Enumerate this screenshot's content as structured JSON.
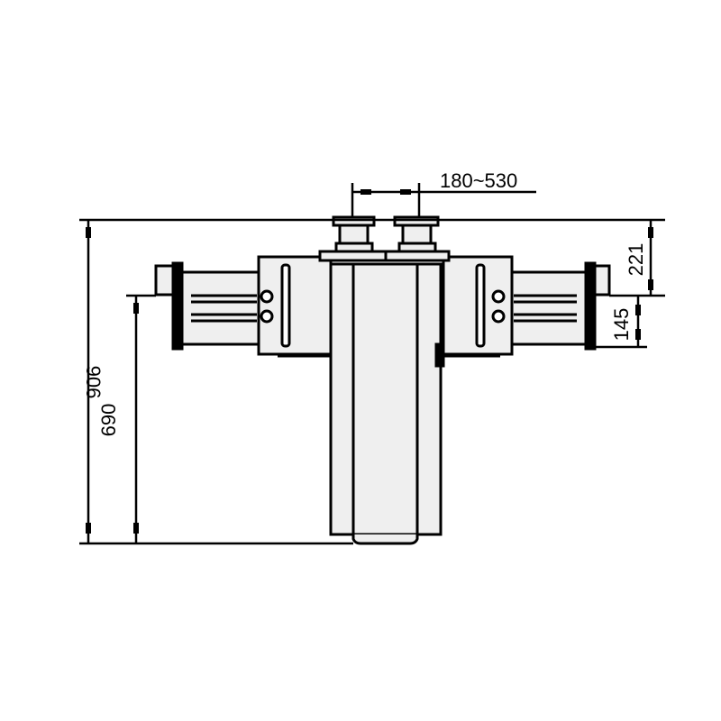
{
  "drawing": {
    "type": "technical-elevation",
    "fill_color": "#efefef",
    "line_color": "#000000",
    "background": "#ffffff"
  },
  "dimensions": {
    "pad_spacing": "180~530",
    "total_height": "906",
    "arm_height": "690",
    "pad_to_arm_top": "221",
    "arm_to_bottom": "145"
  }
}
